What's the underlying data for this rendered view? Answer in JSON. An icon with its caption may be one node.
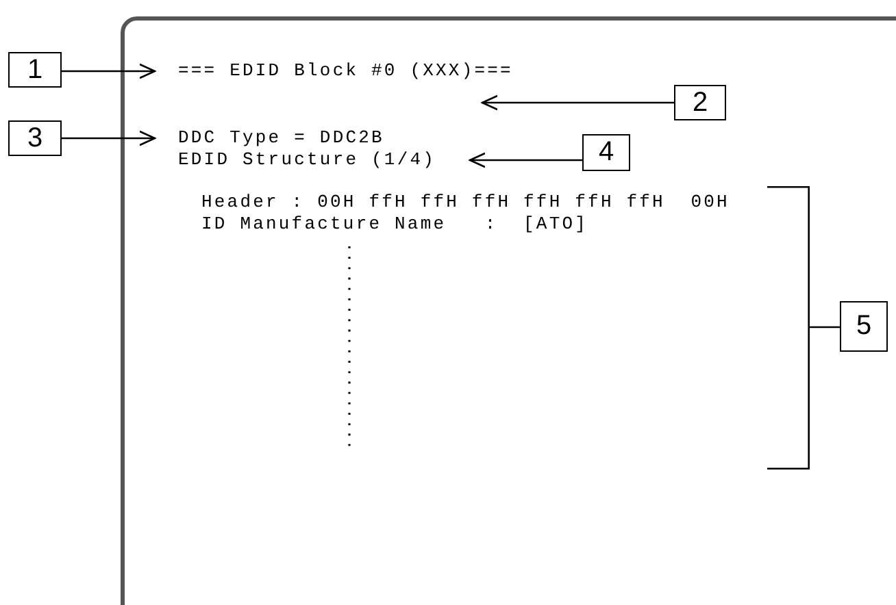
{
  "diagram": {
    "nodes": [
      {
        "text": [],
        "shape": "box"
      },
      {
        "text": [
          "1"
        ]
      },
      {
        "text": [
          "=== EDID Block #0 (XXX)==="
        ],
        "in": 0
      },
      {
        "text": [
          "2"
        ],
        "in": 0
      },
      {
        "text": [
          "3"
        ]
      },
      {
        "text": [
          "DDC Type = DDC2B"
        ],
        "in": 0
      },
      {
        "text": [
          "EDID Structure (1/4)"
        ],
        "in": 0
      },
      {
        "text": [
          "4"
        ],
        "in": 0
      },
      {
        "text": [
          "Header : 00H ffH ffH ffH ffH ffH ffH  00H",
          "ID Manufacture Name   :  [ATO]"
        ],
        "in": 0
      },
      {
        "text": [
          "5"
        ],
        "in": 0
      }
    ],
    "edges": [
      {
        "from": 1,
        "to": 2,
        "arrow": "to"
      },
      {
        "from": 3,
        "to": 2,
        "arrow": "to"
      },
      {
        "from": 4,
        "to": 5,
        "arrow": "to"
      },
      {
        "from": 7,
        "to": 6,
        "arrow": "to"
      },
      {
        "from": 9,
        "to": 8,
        "arrow": "none"
      }
    ]
  }
}
